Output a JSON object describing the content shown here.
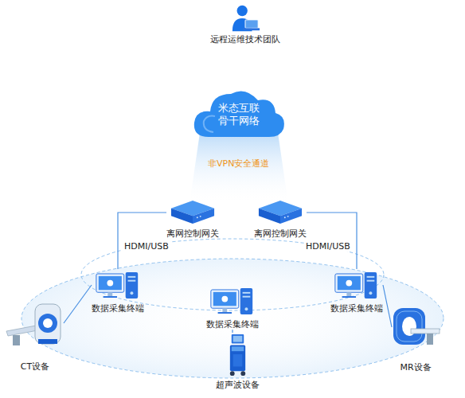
{
  "diagram": {
    "nodes": [
      {
        "text": [
          "远程运维技术团队"
        ]
      },
      {
        "text": [
          "米态互联 骨干网络"
        ]
      },
      {
        "text": [
          "离网控制网关"
        ]
      },
      {
        "text": [
          "离网控制网关"
        ]
      },
      {
        "text": [
          "数据采集终端"
        ]
      },
      {
        "text": [
          "数据采集终端"
        ]
      },
      {
        "text": [
          "数据采集终端"
        ]
      },
      {
        "text": [
          "CT设备"
        ]
      },
      {
        "text": [
          "超声波设备"
        ]
      },
      {
        "text": [
          "MR设备"
        ]
      }
    ],
    "edges": [
      {
        "from": 2,
        "to": 4,
        "label": "HDMI/USB",
        "arrow": "none"
      },
      {
        "from": 3,
        "to": 6,
        "label": "HDMI/USB",
        "arrow": "none"
      },
      {
        "from": 4,
        "to": 7,
        "arrow": "none"
      },
      {
        "from": 5,
        "to": 8,
        "arrow": "none"
      },
      {
        "from": 6,
        "to": 9,
        "arrow": "none"
      }
    ],
    "labels": [
      "非VPN安全通道"
    ]
  }
}
